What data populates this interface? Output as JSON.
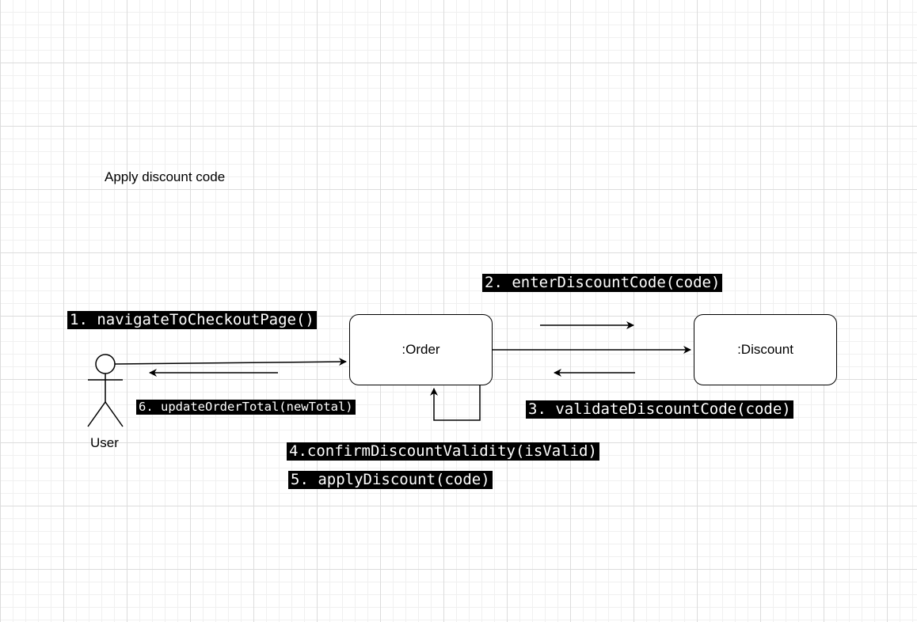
{
  "diagram": {
    "title": "Apply discount code",
    "actor": {
      "label": "User"
    },
    "objects": {
      "order": ":Order",
      "discount": ":Discount"
    },
    "messages": [
      {
        "label": "1. navigateToCheckoutPage()"
      },
      {
        "label": "2. enterDiscountCode(code)"
      },
      {
        "label": "3. validateDiscountCode(code)"
      },
      {
        "label": "4.confirmDiscountValidity(isValid)"
      },
      {
        "label": "5. applyDiscount(code)"
      },
      {
        "label": "6. updateOrderTotal(newTotal)"
      }
    ]
  }
}
